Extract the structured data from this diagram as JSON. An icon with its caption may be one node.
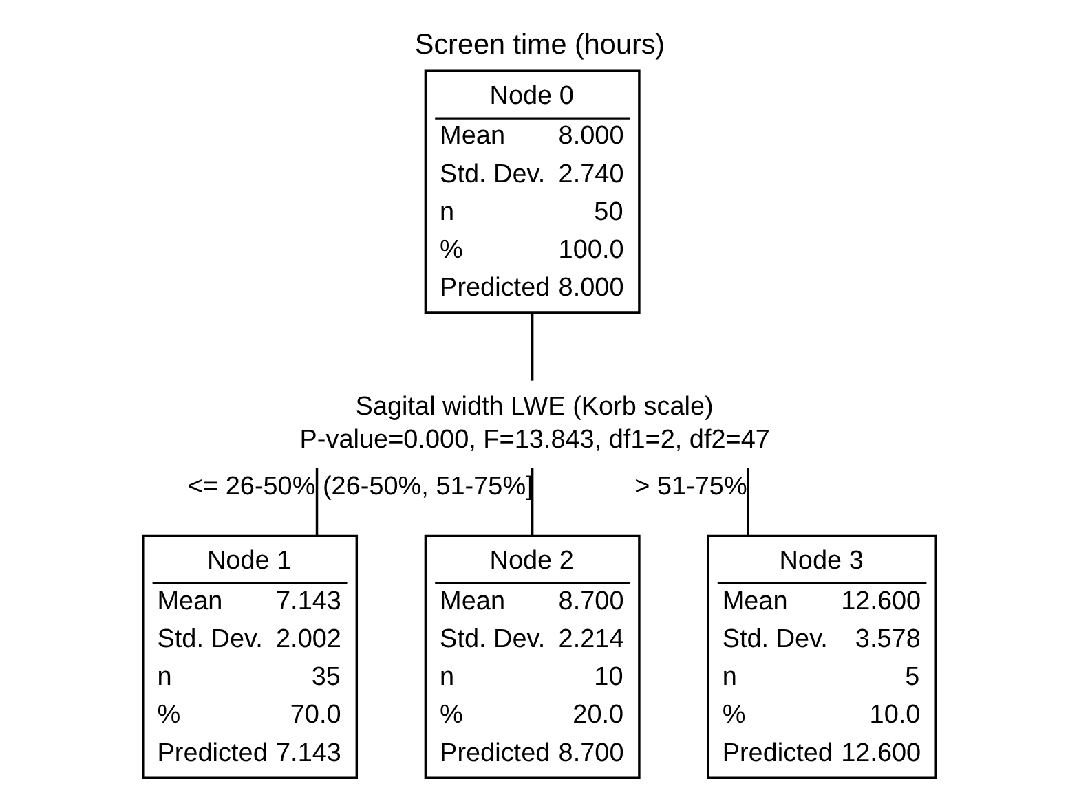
{
  "diagram": {
    "title": "Screen time (hours)",
    "nodes": [
      {
        "text": [
          "Node 0",
          "Mean",
          "8.000",
          "Std. Dev.",
          "2.740",
          "n",
          "50",
          "%",
          "100.0",
          "Predicted",
          "8.000"
        ]
      },
      {
        "text": [
          "Node 1",
          "Mean",
          "7.143",
          "Std. Dev.",
          "2.002",
          "n",
          "35",
          "%",
          "70.0",
          "Predicted",
          "7.143"
        ]
      },
      {
        "text": [
          "Node 2",
          "Mean",
          "8.700",
          "Std. Dev.",
          "2.214",
          "n",
          "10",
          "%",
          "20.0",
          "Predicted",
          "8.700"
        ]
      },
      {
        "text": [
          "Node 3",
          "Mean",
          "12.600",
          "Std. Dev.",
          "3.578",
          "n",
          "5",
          "%",
          "10.0",
          "Predicted",
          "12.600"
        ]
      },
      {
        "text": [
          "Sagital width LWE (Korb scale)",
          "P-value=0.000, F=13.843, df1=2, df2=47"
        ]
      }
    ],
    "edges": [
      {
        "from": 0,
        "to": 4,
        "arrow": "none"
      },
      {
        "from": 4,
        "to": 1,
        "arrow": "none",
        "label": "<= 26-50%"
      },
      {
        "from": 4,
        "to": 2,
        "arrow": "none",
        "label": "(26-50%, 51-75%]"
      },
      {
        "from": 4,
        "to": 3,
        "arrow": "none",
        "label": "> 51-75%"
      }
    ]
  }
}
